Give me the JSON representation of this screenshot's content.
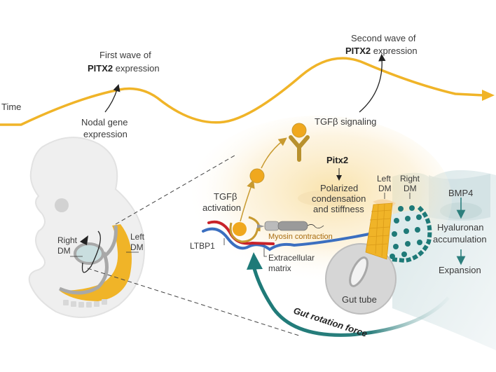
{
  "timeline": {
    "axis_label": "Time",
    "first_wave": {
      "line1": "First wave of",
      "gene": "PITX2",
      "rest": " expression"
    },
    "second_wave": {
      "line1": "Second wave of",
      "gene": "PITX2",
      "rest": " expression"
    },
    "nodal": {
      "line1": "Nodal gene",
      "line2": "expression"
    },
    "tgfb_signaling": "TGFβ signaling"
  },
  "embryo": {
    "right_dm": {
      "line1": "Right",
      "line2": "DM"
    },
    "left_dm": {
      "line1": "Left",
      "line2": "DM"
    }
  },
  "mechanism": {
    "tgfb_activation": {
      "line1": "TGFβ",
      "line2": "activation"
    },
    "pitx2": "Pitx2",
    "polarized": {
      "line1": "Polarized",
      "line2": "condensation",
      "line3": "and stiffness"
    },
    "ltbp1": "LTBP1",
    "myosin": "Myosin contraction",
    "ecm": {
      "line1": "Extracellular",
      "line2": "matrix"
    },
    "left_dm": {
      "line1": "Left",
      "line2": "DM"
    },
    "right_dm": {
      "line1": "Right",
      "line2": "DM"
    },
    "gut_tube": "Gut tube",
    "rotation_force": "Gut rotation force"
  },
  "right_panel": {
    "bmp4": "BMP4",
    "hyaluronan": {
      "line1": "Hyaluronan",
      "line2": "accumulation"
    },
    "expansion": "Expansion"
  },
  "colors": {
    "gold": "#F0B428",
    "gold_dark": "#B8912E",
    "teal": "#1E7A78",
    "red": "#C8222A",
    "blue": "#3B6FC0",
    "grey": "#A8A8A8",
    "light_blue": "#C9DEDF"
  }
}
